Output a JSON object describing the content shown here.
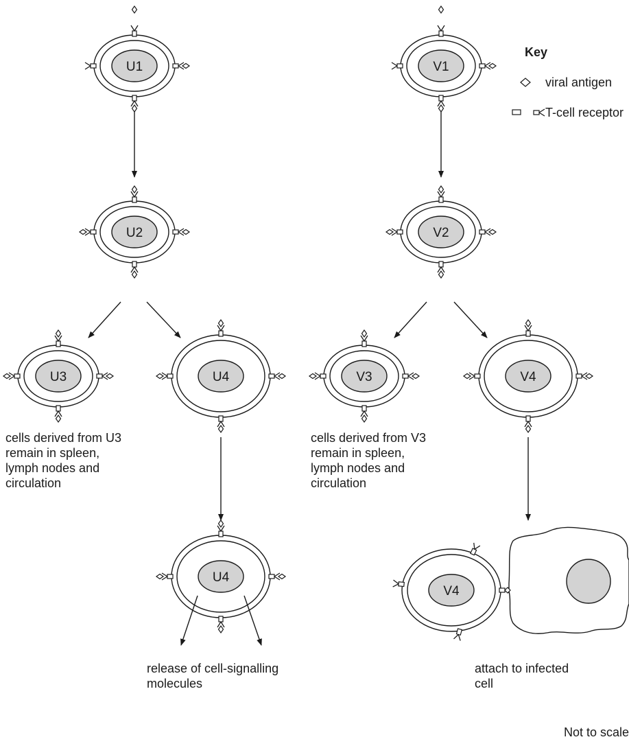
{
  "colors": {
    "stroke": "#1a1a1a",
    "nucleus_fill": "#d3d3d3",
    "background": "#ffffff"
  },
  "cells": {
    "u1": "U1",
    "u2": "U2",
    "u3": "U3",
    "u4": "U4",
    "u4_activated": "U4",
    "v1": "V1",
    "v2": "V2",
    "v3": "V3",
    "v4": "V4",
    "v4_attached": "V4"
  },
  "key": {
    "title": "Key",
    "viral_antigen": "viral antigen",
    "t_cell_receptor": "T-cell receptor"
  },
  "captions": {
    "u3_fate": [
      "cells derived from U3",
      "remain in spleen,",
      "lymph nodes and",
      "circulation"
    ],
    "v3_fate": [
      "cells derived from V3",
      "remain in spleen,",
      "lymph nodes and",
      "circulation"
    ],
    "u4_fate": [
      "release of cell-signalling",
      "molecules"
    ],
    "v4_fate": [
      "attach to infected",
      "cell"
    ]
  },
  "footer_note": "Not to scale",
  "icons": {
    "antigen": "diamond-icon",
    "receptor": "y-shaped-receptor-icon",
    "nucleus": "grey-ellipse"
  }
}
